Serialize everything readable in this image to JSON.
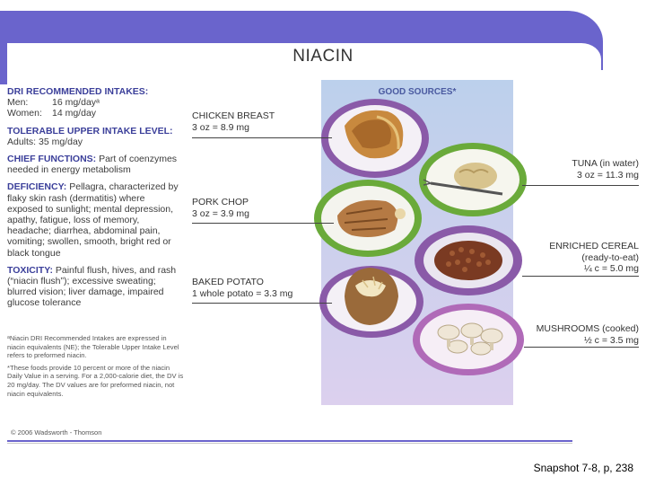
{
  "title": "NIACIN",
  "dri": {
    "heading": "DRI RECOMMENDED INTAKES:",
    "men_label": "Men:",
    "men_value": "16 mg/dayᵃ",
    "women_label": "Women:",
    "women_value": "14 mg/day"
  },
  "ul": {
    "heading": "TOLERABLE UPPER INTAKE LEVEL:",
    "text": "Adults: 35 mg/day"
  },
  "functions": {
    "heading": "CHIEF FUNCTIONS:",
    "text": "Part of coenzymes needed in energy metabolism"
  },
  "deficiency": {
    "heading": "DEFICIENCY:",
    "text": "Pellagra, characterized by flaky skin rash (dermatitis) where exposed to sunlight; mental depression, apathy, fatigue, loss of memory, headache; diarrhea, abdominal pain, vomiting; swollen, smooth, bright red or black tongue"
  },
  "toxicity": {
    "heading": "TOXICITY:",
    "text": "Painful flush, hives, and rash (“niacin flush”); excessive sweating; blurred vision; liver damage, impaired glucose tolerance"
  },
  "notes": {
    "a": "ᵃNiacin DRI Recommended Intakes are expressed in niacin equivalents (NE); the Tolerable Upper Intake Level refers to preformed niacin.",
    "b": "*These foods provide 10 percent or more of the niacin Daily Value in a serving. For a 2,000-calorie diet, the DV is 20 mg/day. The DV values are for preformed niacin, not niacin equivalents."
  },
  "copyright": "© 2006 Wadsworth - Thomson",
  "panel_title": "GOOD SOURCES*",
  "foods": {
    "chicken": {
      "name": "CHICKEN BREAST",
      "amount": "3 oz = 8.9 mg"
    },
    "pork": {
      "name": "PORK CHOP",
      "amount": "3 oz = 3.9 mg"
    },
    "potato": {
      "name": "BAKED POTATO",
      "amount": "1 whole potato = 3.3 mg"
    },
    "tuna": {
      "name": "TUNA (in water)",
      "amount": "3 oz = 11.3 mg"
    },
    "cereal": {
      "name": "ENRICHED CEREAL",
      "line2": "(ready-to-eat)",
      "amount": "¼ c = 5.0 mg"
    },
    "mushrooms": {
      "name": "MUSHROOMS (cooked)",
      "amount": "½ c = 3.5 mg"
    }
  },
  "caption": "Snapshot 7-8, p, 238",
  "colors": {
    "band": "#6a64cc",
    "heading": "#3b3f9a",
    "plate_green": "#6aaa3a",
    "plate_purple": "#8a5aa8"
  }
}
